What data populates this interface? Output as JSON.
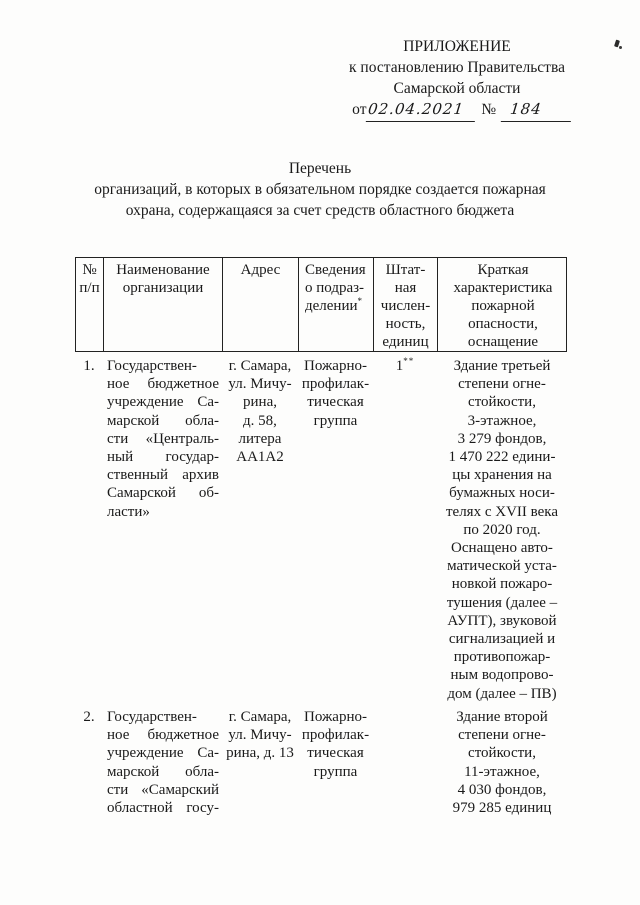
{
  "header": {
    "lines": [
      "ПРИЛОЖЕНИЕ",
      "к постановлению Правительства",
      "Самарской области"
    ],
    "note_prefix": "от",
    "date": "02.04.2021",
    "number_sign": "№",
    "number": "184"
  },
  "title": {
    "lines": [
      "Перечень",
      "организаций, в которых в обязательном порядке создается пожарная",
      "охрана, содержащаяся за счет средств областного бюджета"
    ]
  },
  "table": {
    "headers": {
      "num": {
        "lines": [
          "№",
          "п/п"
        ]
      },
      "name": {
        "lines": [
          "Наименование",
          "организации"
        ]
      },
      "address": {
        "lines": [
          "Адрес"
        ]
      },
      "unit": {
        "lines": [
          "Сведения",
          "о подраз-"
        ],
        "last_line": "делении",
        "footnote": "*"
      },
      "staff": {
        "lines": [
          "Штат-",
          "ная",
          "числен-",
          "ность,",
          "единиц"
        ]
      },
      "description": {
        "lines": [
          "Краткая",
          "характеристика",
          "пожарной",
          "опасности,",
          "оснащение"
        ]
      }
    },
    "rows": [
      {
        "num": "1.",
        "name_lines": [
          "Государствен-",
          "ное бюджетное",
          "учреждение Са-",
          "марской обла-",
          "сти «Централь-",
          "ный государ-",
          "ственный архив",
          "Самарской об-",
          "ласти»"
        ],
        "address_lines": [
          "г. Самара,",
          "ул. Мичу-",
          "рина,",
          "д. 58,",
          "литера",
          "АА1А2"
        ],
        "unit_lines": [
          "Пожарно-",
          "профилак-",
          "тическая",
          "группа"
        ],
        "staff": "1",
        "staff_footnote": "**",
        "description_lines": [
          "Здание третьей",
          "степени огне-",
          "стойкости,",
          "3-этажное,",
          "3 279 фондов,",
          "1 470 222 едини-",
          "цы хранения на",
          "бумажных носи-",
          "телях с XVII века",
          "по 2020 год.",
          "Оснащено авто-",
          "матической уста-",
          "новкой пожаро-",
          "тушения (далее –",
          "АУПТ), звуковой",
          "сигнализацией и",
          "противопожар-",
          "ным водопрово-",
          "дом (далее – ПВ)"
        ]
      },
      {
        "num": "2.",
        "name_lines": [
          "Государствен-",
          "ное бюджетное",
          "учреждение Са-",
          "марской обла-",
          "сти «Самарский",
          "областной госу-"
        ],
        "address_lines": [
          "г. Самара,",
          "ул. Мичу-",
          "рина, д. 13"
        ],
        "unit_lines": [
          "Пожарно-",
          "профилак-",
          "тическая",
          "группа"
        ],
        "staff": "",
        "staff_footnote": "",
        "description_lines": [
          "Здание второй",
          "степени огне-",
          "стойкости,",
          "11-этажное,",
          "4 030 фондов,",
          "979 285 единиц"
        ]
      }
    ]
  }
}
